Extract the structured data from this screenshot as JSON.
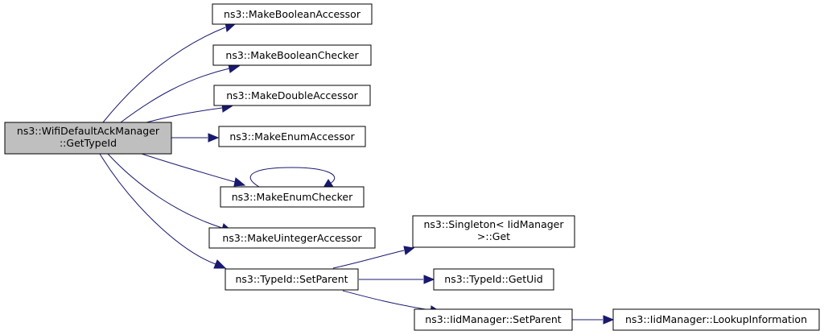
{
  "graph": {
    "nodes": {
      "root": {
        "lines": [
          "ns3::WifiDefaultAckManager",
          "::GetTypeId"
        ]
      },
      "make_boolean_accessor": {
        "lines": [
          "ns3::MakeBooleanAccessor"
        ]
      },
      "make_boolean_checker": {
        "lines": [
          "ns3::MakeBooleanChecker"
        ]
      },
      "make_double_accessor": {
        "lines": [
          "ns3::MakeDoubleAccessor"
        ]
      },
      "make_enum_accessor": {
        "lines": [
          "ns3::MakeEnumAccessor"
        ]
      },
      "make_enum_checker": {
        "lines": [
          "ns3::MakeEnumChecker"
        ]
      },
      "make_uinteger_accessor": {
        "lines": [
          "ns3::MakeUintegerAccessor"
        ]
      },
      "typeid_set_parent": {
        "lines": [
          "ns3::TypeId::SetParent"
        ]
      },
      "singleton_get": {
        "lines": [
          "ns3::Singleton< IidManager",
          ">::Get"
        ]
      },
      "typeid_get_uid": {
        "lines": [
          "ns3::TypeId::GetUid"
        ]
      },
      "iidmanager_set_parent": {
        "lines": [
          "ns3::IidManager::SetParent"
        ]
      },
      "iidmanager_lookup_information": {
        "lines": [
          "ns3::IidManager::LookupInformation"
        ]
      }
    },
    "edges": [
      {
        "from": "root",
        "to": "make_boolean_accessor"
      },
      {
        "from": "root",
        "to": "make_boolean_checker"
      },
      {
        "from": "root",
        "to": "make_double_accessor"
      },
      {
        "from": "root",
        "to": "make_enum_accessor"
      },
      {
        "from": "root",
        "to": "make_enum_checker"
      },
      {
        "from": "make_enum_checker",
        "to": "make_enum_checker"
      },
      {
        "from": "root",
        "to": "make_uinteger_accessor"
      },
      {
        "from": "root",
        "to": "typeid_set_parent"
      },
      {
        "from": "typeid_set_parent",
        "to": "singleton_get"
      },
      {
        "from": "typeid_set_parent",
        "to": "typeid_get_uid"
      },
      {
        "from": "typeid_set_parent",
        "to": "iidmanager_set_parent"
      },
      {
        "from": "iidmanager_set_parent",
        "to": "iidmanager_lookup_information"
      }
    ],
    "colors": {
      "edge": "#191970",
      "root_fill": "#bfbfbf",
      "node_fill": "#ffffff",
      "border": "#000000"
    }
  }
}
